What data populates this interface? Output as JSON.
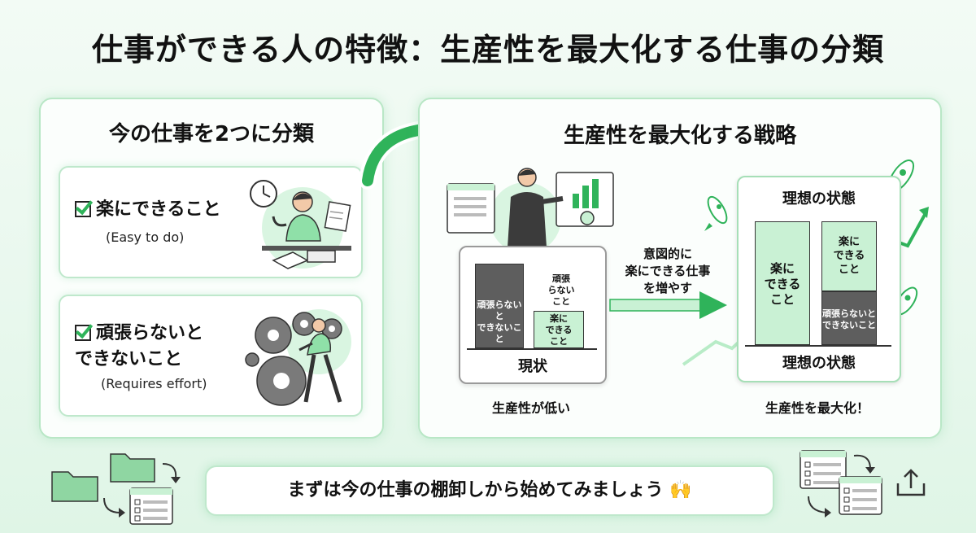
{
  "title": "仕事ができる人の特徴：生産性を最大化する仕事の分類",
  "left": {
    "title": "今の仕事を2つに分類",
    "easy": {
      "label": "楽にできること",
      "sub": "(Easy to do)"
    },
    "hard": {
      "label_line1": "頑張らないと",
      "label_line2": "できないこと",
      "sub": "(Requires effort)"
    }
  },
  "right": {
    "title": "生産性を最大化する戦略",
    "current": {
      "label": "現状",
      "caption": "生産性が低い",
      "hard_bar": {
        "line1": "頑張らないと",
        "line2": "できないこと",
        "share": 0.6
      },
      "side_text": {
        "line1": "頑張",
        "line2": "らない",
        "line3": "こと"
      },
      "easy_bar": {
        "line1": "楽に",
        "line2": "できる",
        "line3": "こと"
      }
    },
    "arrow_text": {
      "line1": "意図的に",
      "line2": "楽にできる仕事",
      "line3": "を増やす"
    },
    "ideal": {
      "top_label": "理想の状態",
      "bottom_label": "理想の状態",
      "caption": "生産性を最大化！",
      "easy_bar": {
        "line1": "楽に",
        "line2": "できる",
        "line3": "こと"
      },
      "right_easy": {
        "line1": "楽に",
        "line2": "できる",
        "line3": "こと"
      },
      "right_hard": {
        "line1": "頑張らないと",
        "line2": "できないこと"
      }
    }
  },
  "footer": {
    "message": "まずは今の仕事の棚卸しから始めてみましょう 🙌"
  },
  "colors": {
    "accent": "#2fb35a",
    "light_green": "#c9f1d4",
    "dark_bar": "#5e5e5e",
    "border": "#b9e7c6"
  }
}
